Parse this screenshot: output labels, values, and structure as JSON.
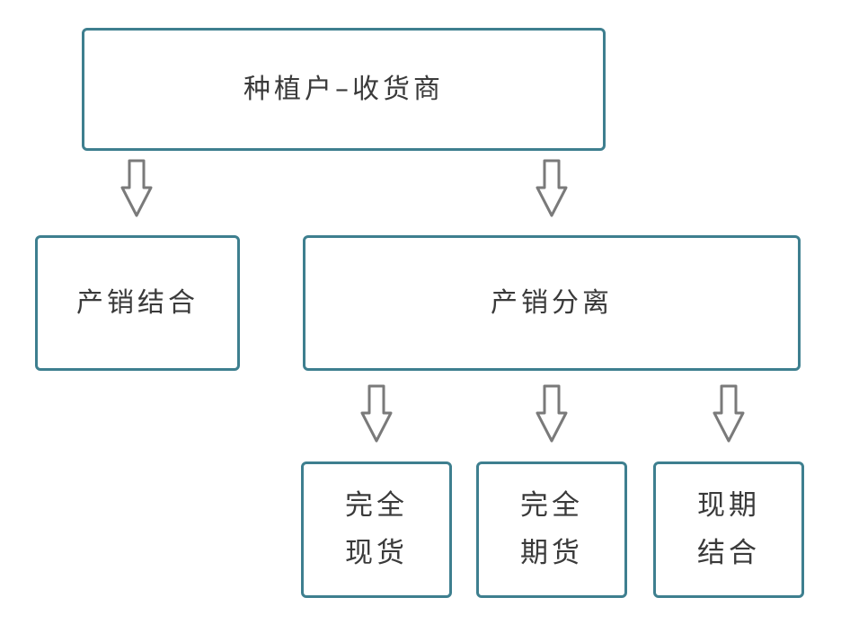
{
  "diagram": {
    "root": {
      "label": "种植户–收货商"
    },
    "combined": {
      "label": "产销结合"
    },
    "separated": {
      "label": "产销分离"
    },
    "full_spot": {
      "line1": "完全",
      "line2": "现货"
    },
    "full_futures": {
      "line1": "完全",
      "line2": "期货"
    },
    "spot_futures_combined": {
      "line1": "现期",
      "line2": "结合"
    }
  },
  "colors": {
    "box_border": "#3e7f8f",
    "arrow_stroke": "#7a7a7a",
    "text": "#3a3a3a"
  }
}
